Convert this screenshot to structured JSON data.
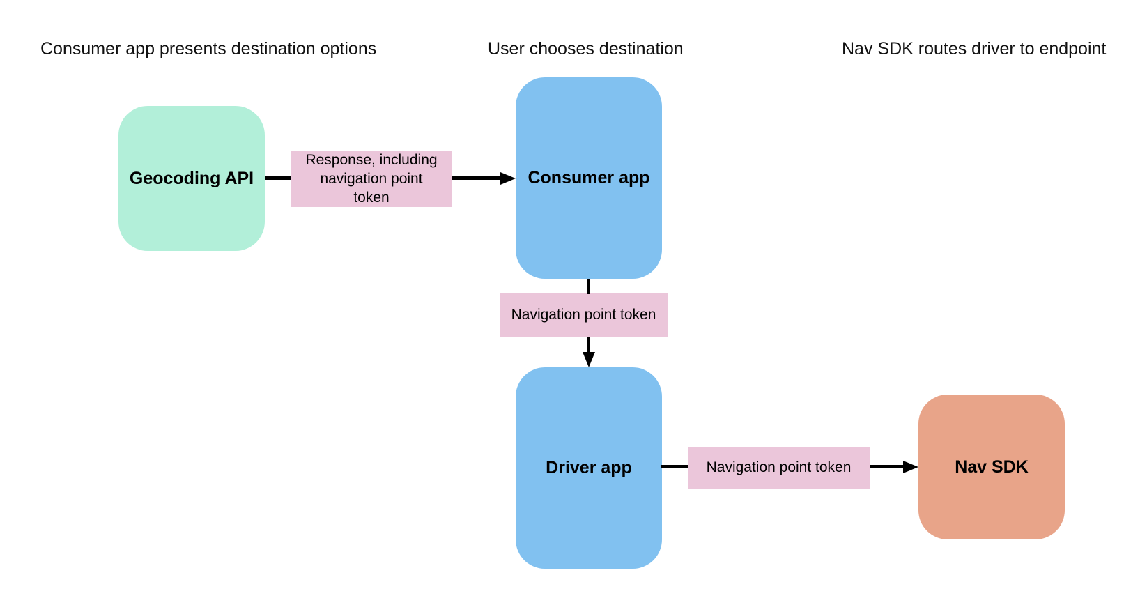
{
  "diagram": {
    "stage_headers": [
      {
        "text": "Consumer app presents destination options"
      },
      {
        "text": "User chooses destination"
      },
      {
        "text": "Nav SDK routes driver to endpoint"
      }
    ],
    "nodes": [
      {
        "id": "geocoding-api",
        "label": "Geocoding API",
        "color": "#b2efd9"
      },
      {
        "id": "consumer-app",
        "label": "Consumer app",
        "color": "#81c1f0"
      },
      {
        "id": "driver-app",
        "label": "Driver app",
        "color": "#81c1f0"
      },
      {
        "id": "nav-sdk",
        "label": "Nav SDK",
        "color": "#e8a489"
      }
    ],
    "edge_labels": [
      {
        "text": "Response, including\nnavigation point\ntoken",
        "color": "#ebc6da"
      },
      {
        "text": "Navigation point token",
        "color": "#ebc6da"
      },
      {
        "text": "Navigation point token",
        "color": "#ebc6da"
      }
    ],
    "flows": [
      {
        "from": "Geocoding API",
        "to": "Consumer app",
        "label": "Response, including navigation point token"
      },
      {
        "from": "Consumer app",
        "to": "Driver app",
        "label": "Navigation point token"
      },
      {
        "from": "Driver app",
        "to": "Nav SDK",
        "label": "Navigation point token"
      }
    ],
    "colors": {
      "background": "#ffffff",
      "node_green": "#b2efd9",
      "node_blue": "#81c1f0",
      "node_orange": "#e8a489",
      "edge_label_pink": "#ebc6da",
      "arrow": "#000000",
      "text": "#000000"
    }
  }
}
